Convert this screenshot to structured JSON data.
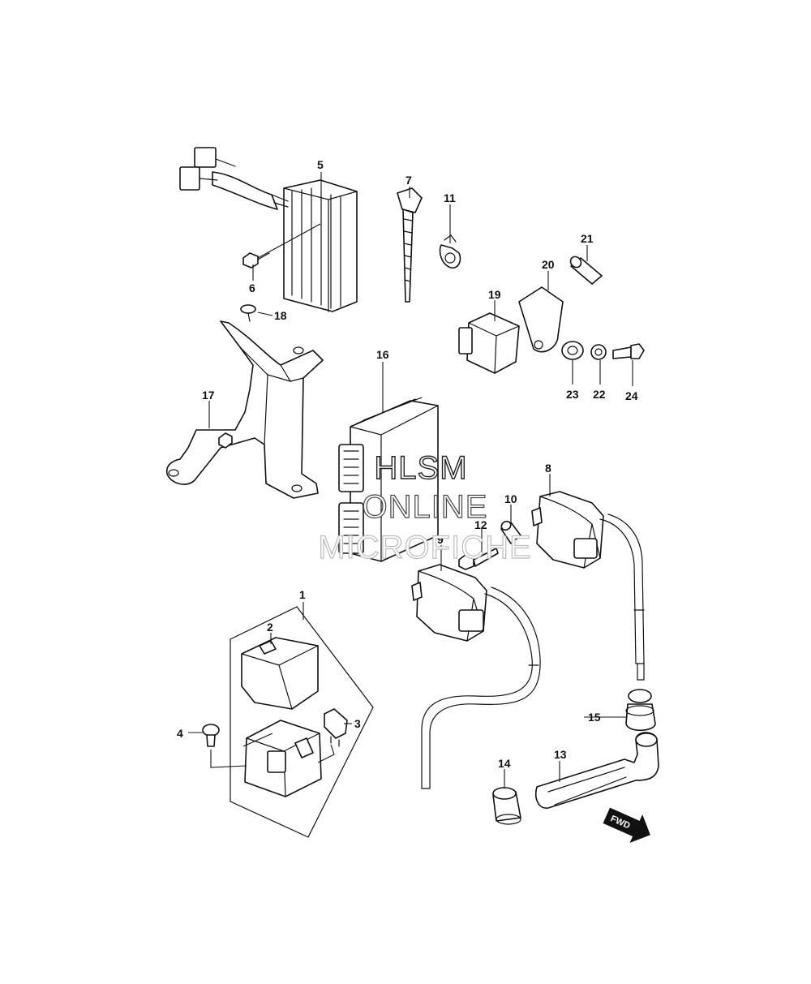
{
  "callouts": {
    "c1": "1",
    "c2": "2",
    "c3": "3",
    "c4": "4",
    "c5": "5",
    "c6": "6",
    "c7": "7",
    "c8": "8",
    "c9": "9",
    "c10": "10",
    "c11": "11",
    "c12": "12",
    "c13": "13",
    "c14": "14",
    "c15": "15",
    "c16": "16",
    "c17": "17",
    "c18": "18",
    "c19": "19",
    "c20": "20",
    "c21": "21",
    "c22": "22",
    "c23": "23",
    "c24": "24"
  },
  "watermark": {
    "line1": "HLSM",
    "line2": "ONLINE",
    "line3": "MICROFICHE"
  },
  "direction": {
    "label": "FWD"
  }
}
